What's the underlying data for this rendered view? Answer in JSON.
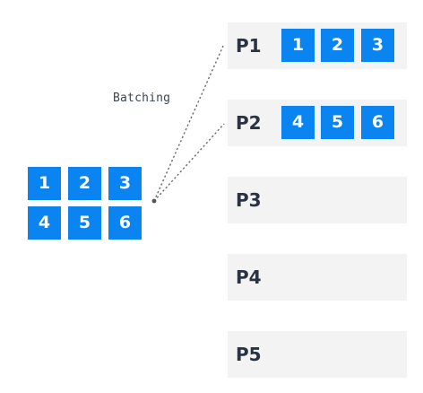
{
  "annotation": {
    "label": "Batching"
  },
  "source_batch": {
    "items": [
      "1",
      "2",
      "3",
      "4",
      "5",
      "6"
    ]
  },
  "partitions": [
    {
      "label": "P1",
      "items": [
        "1",
        "2",
        "3"
      ]
    },
    {
      "label": "P2",
      "items": [
        "4",
        "5",
        "6"
      ]
    },
    {
      "label": "P3",
      "items": []
    },
    {
      "label": "P4",
      "items": []
    },
    {
      "label": "P5",
      "items": []
    }
  ],
  "colors": {
    "tile": "#0a84f0",
    "tile_text": "#ffffff",
    "row_background": "#f3f3f3",
    "row_label": "#2a3341",
    "connector": "#6b6b6b"
  }
}
